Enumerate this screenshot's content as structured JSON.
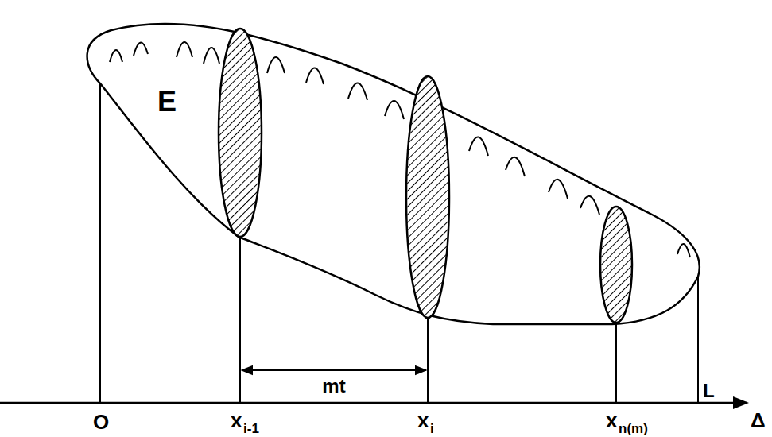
{
  "diagram": {
    "labels": [
      "E",
      "mt",
      "O",
      "x",
      "i-1",
      "x",
      "i",
      "x",
      "n(m)",
      "L",
      "Δ"
    ]
  }
}
